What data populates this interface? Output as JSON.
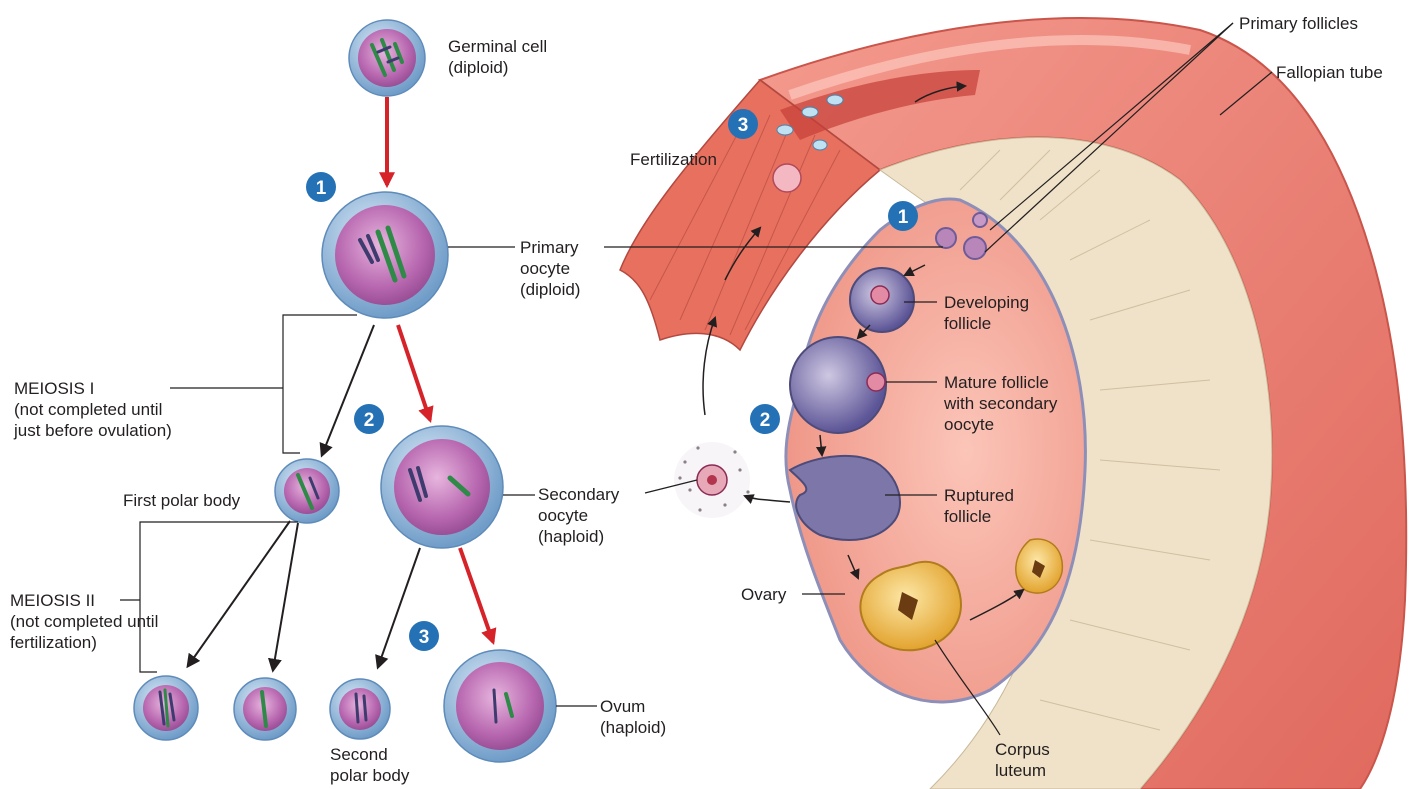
{
  "colors": {
    "step_badge": "#2571b5",
    "red_arrow": "#d6232a",
    "cell_membrane": "#8fb6d9",
    "cytoplasm": "#c77cc0",
    "tube": "#e9786a",
    "ovary": "#f2a79a",
    "corpus_luteum": "#f0b63c"
  },
  "steps": {
    "one": "1",
    "two": "2",
    "three": "3"
  },
  "meiosis_labels": {
    "germinal_cell": [
      "Germinal cell",
      "(diploid)"
    ],
    "primary_oocyte": [
      "Primary",
      "oocyte",
      "(diploid)"
    ],
    "meiosis_1": [
      "MEIOSIS I",
      "(not completed until",
      "just before ovulation)"
    ],
    "first_polar_body": "First polar body",
    "secondary_oocyte": [
      "Secondary",
      "oocyte",
      "(haploid)"
    ],
    "meiosis_2": [
      "MEIOSIS II",
      "(not completed until",
      "fertilization)"
    ],
    "second_polar_body": [
      "Second",
      "polar body"
    ],
    "ovum": [
      "Ovum",
      "(haploid)"
    ]
  },
  "ovary_labels": {
    "primary_follicles": "Primary follicles",
    "fallopian_tube": "Fallopian tube",
    "fertilization": "Fertilization",
    "developing_follicle": [
      "Developing",
      "follicle"
    ],
    "mature_follicle": [
      "Mature follicle",
      "with secondary",
      "oocyte"
    ],
    "ruptured_follicle": [
      "Ruptured",
      "follicle"
    ],
    "ovary": "Ovary",
    "corpus_luteum": [
      "Corpus",
      "luteum"
    ]
  }
}
